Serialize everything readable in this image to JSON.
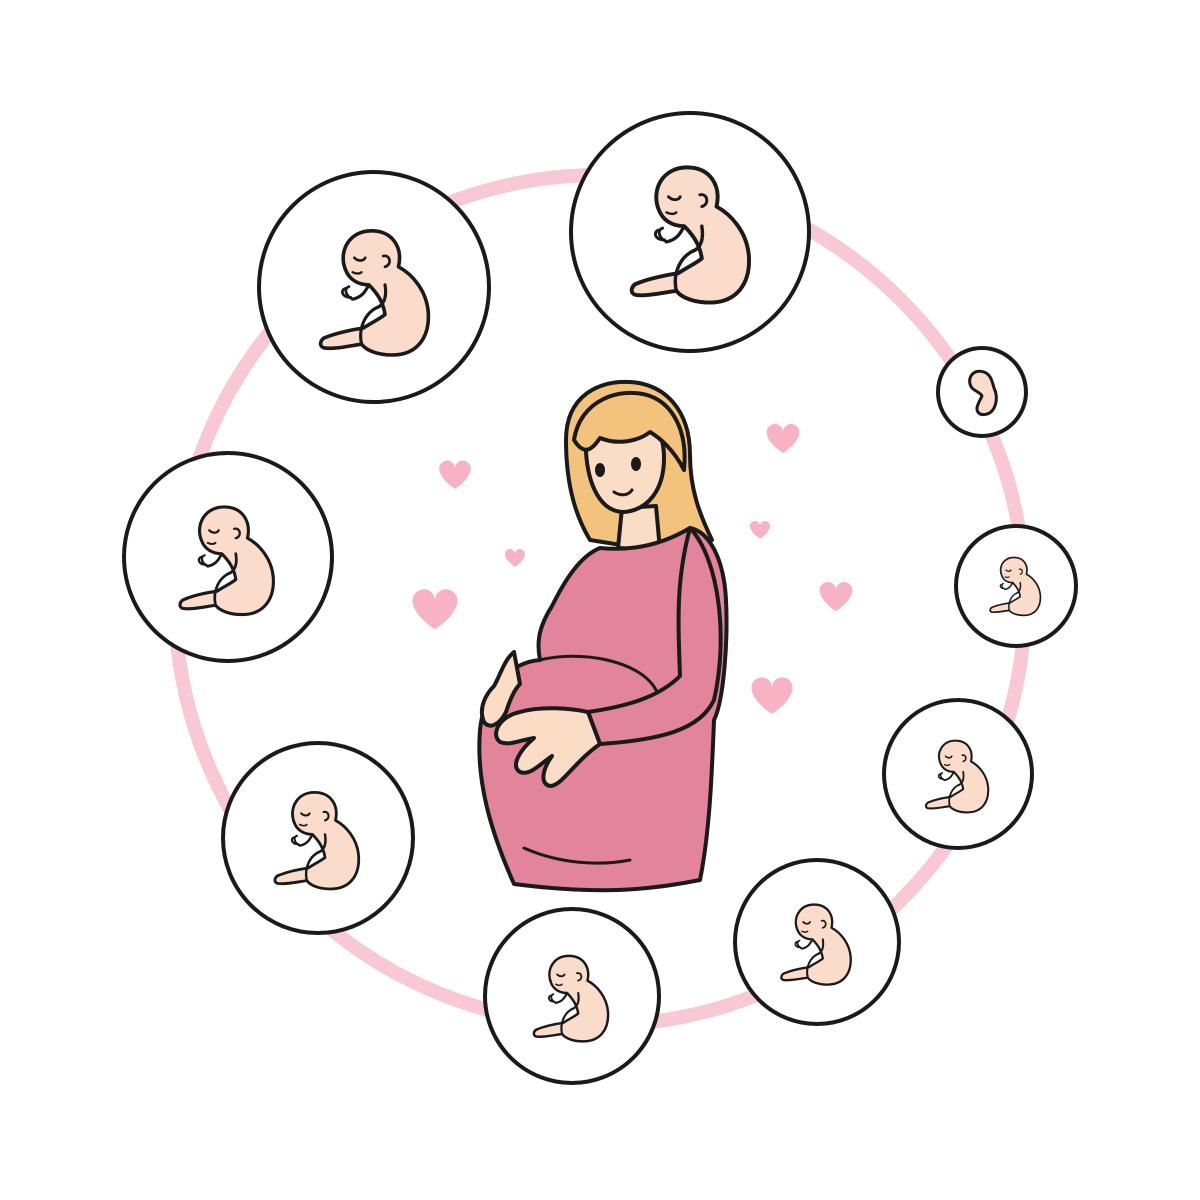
{
  "colors": {
    "ring": "#f8c8d4",
    "outline": "#1a1a1a",
    "skin": "#fbdcc4",
    "fetus_skin": "#fbdccb",
    "dress": "#e2849a",
    "hair": "#f3c27c",
    "heart": "#f7b3c3",
    "background": "#ffffff"
  },
  "stages": [
    {
      "id": "stage-1",
      "label": ""
    },
    {
      "id": "stage-2",
      "label": ""
    },
    {
      "id": "stage-3",
      "label": ""
    },
    {
      "id": "stage-4",
      "label": ""
    },
    {
      "id": "stage-5",
      "label": ""
    },
    {
      "id": "stage-6",
      "label": ""
    },
    {
      "id": "stage-7",
      "label": ""
    },
    {
      "id": "stage-8",
      "label": ""
    },
    {
      "id": "stage-9",
      "label": ""
    }
  ]
}
